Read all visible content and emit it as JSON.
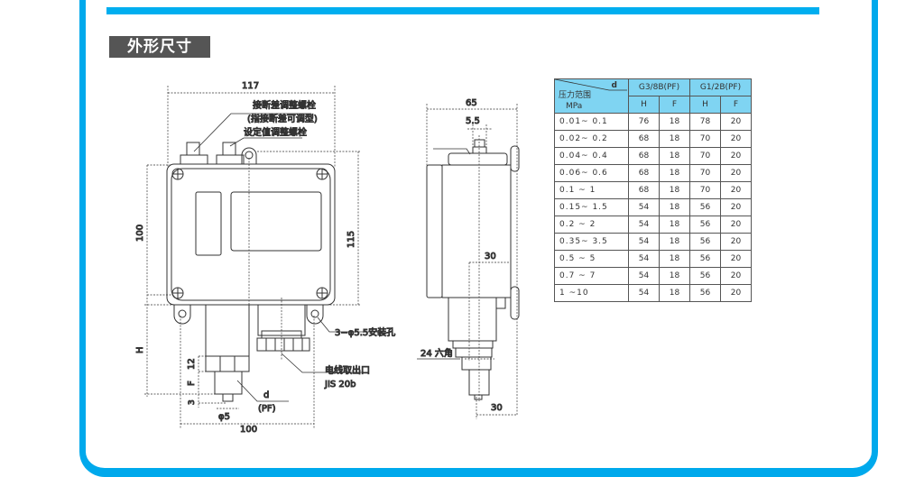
{
  "section_title": "外形尺寸",
  "front_view": {
    "dim_width_top": "117",
    "dim_height_left": "100",
    "dim_height_right": "115",
    "dim_h": "H",
    "dim_12": "12",
    "dim_f": "F",
    "dim_3": "3",
    "dim_phi5": "φ5",
    "dim_width_bottom": "100",
    "label_diff_bolt": "接断差调整螺栓",
    "label_diff_bolt_note": "(指接断差可调型)",
    "label_set_bolt": "设定值调整螺栓",
    "label_mount_holes": "3−φ5.5安装孔",
    "label_cable_outlet": "电线取出口",
    "label_jis": "JIS 20b",
    "label_d": "d",
    "label_pf": "(PF)"
  },
  "side_view": {
    "dim_65": "65",
    "dim_5_5": "5.5",
    "dim_30_mid": "30",
    "dim_30_bottom": "30",
    "label_hex": "24 六角"
  },
  "table": {
    "corner_d": "d",
    "corner_range": "压力范围",
    "corner_unit": "MPa",
    "groups": [
      "G3/8B(PF)",
      "G1/2B(PF)"
    ],
    "subheaders": [
      "H",
      "F",
      "H",
      "F"
    ],
    "rows": [
      {
        "range": "0.01~ 0.1",
        "values": [
          "76",
          "18",
          "78",
          "20"
        ]
      },
      {
        "range": "0.02~ 0.2",
        "values": [
          "68",
          "18",
          "70",
          "20"
        ]
      },
      {
        "range": "0.04~ 0.4",
        "values": [
          "68",
          "18",
          "70",
          "20"
        ]
      },
      {
        "range": "0.06~ 0.6",
        "values": [
          "68",
          "18",
          "70",
          "20"
        ]
      },
      {
        "range": "0.1 ~ 1",
        "values": [
          "68",
          "18",
          "70",
          "20"
        ]
      },
      {
        "range": "0.15~ 1.5",
        "values": [
          "54",
          "18",
          "56",
          "20"
        ]
      },
      {
        "range": "0.2 ~ 2",
        "values": [
          "54",
          "18",
          "56",
          "20"
        ]
      },
      {
        "range": "0.35~ 3.5",
        "values": [
          "54",
          "18",
          "56",
          "20"
        ]
      },
      {
        "range": "0.5 ~ 5",
        "values": [
          "54",
          "18",
          "56",
          "20"
        ]
      },
      {
        "range": "0.7 ~ 7",
        "values": [
          "54",
          "18",
          "56",
          "20"
        ]
      },
      {
        "range": "1 ~10",
        "values": [
          "54",
          "18",
          "56",
          "20"
        ]
      }
    ]
  },
  "colors": {
    "accent": "#00a9ec",
    "header_bg": "#7fd4f2",
    "title_bg": "#555555"
  }
}
